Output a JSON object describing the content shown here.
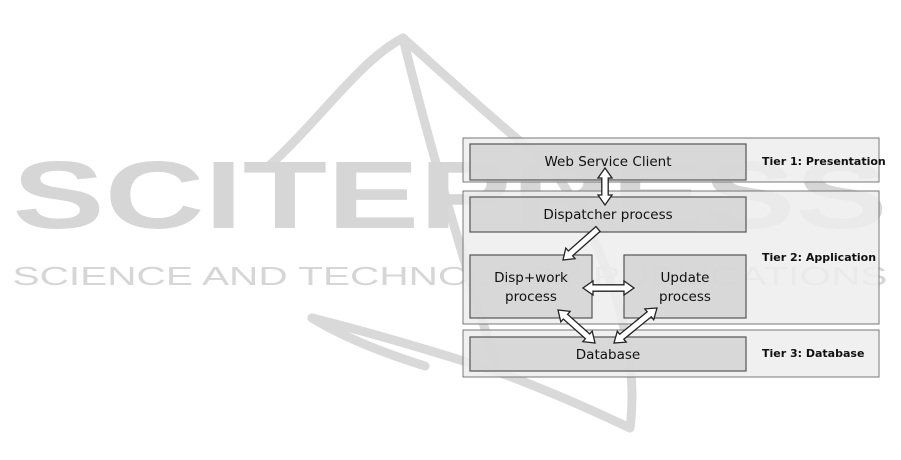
{
  "watermark": {
    "wordmark": "SCITEPRESS",
    "tagline": "SCIENCE AND TECHNOLOGY PUBLICATIONS"
  },
  "diagram": {
    "tiers": [
      {
        "id": "tier1",
        "label": "Tier 1: Presentation"
      },
      {
        "id": "tier2",
        "label": "Tier 2: Application"
      },
      {
        "id": "tier3",
        "label": "Tier 3: Database"
      }
    ],
    "boxes": {
      "web_service_client": "Web Service Client",
      "dispatcher_process": "Dispatcher process",
      "disp_work_process": [
        "Disp+work",
        "process"
      ],
      "update_process": [
        "Update",
        "process"
      ],
      "database": "Database"
    },
    "colors": {
      "tier_fill": "#ededed",
      "box_fill": "#d3d3d3",
      "border": "#777777",
      "watermark": "#d6d6d6"
    }
  }
}
